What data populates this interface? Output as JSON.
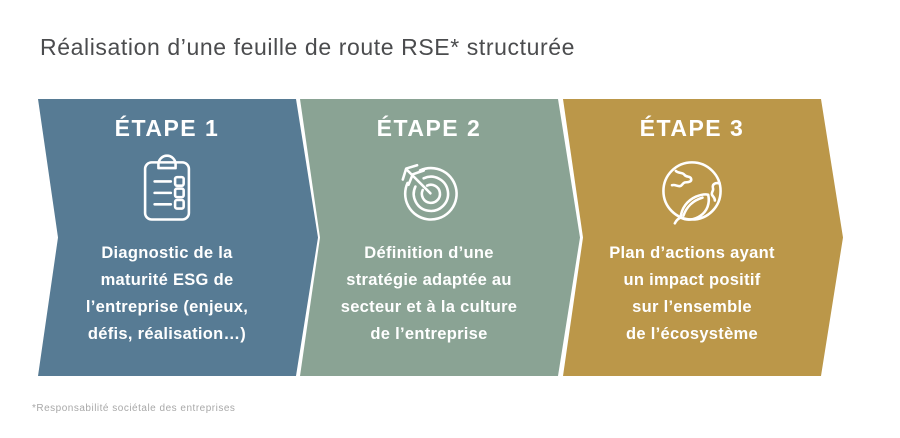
{
  "title": "Réalisation d’une feuille de route RSE* structurée",
  "footnote": "*Responsabilité sociétale des entreprises",
  "steps": [
    {
      "label": "ÉTAPE 1",
      "icon": "clipboard-checklist-icon",
      "color": "#577B94",
      "description": [
        "Diagnostic de la",
        "maturité ESG de",
        "l’entreprise (enjeux,",
        "défis, réalisation…)"
      ]
    },
    {
      "label": "ÉTAPE 2",
      "icon": "target-arrow-icon",
      "color": "#8AA394",
      "description": [
        "Définition d’une",
        "stratégie adaptée au",
        "secteur et à la culture",
        "de l’entreprise"
      ]
    },
    {
      "label": "ÉTAPE 3",
      "icon": "globe-leaf-icon",
      "color": "#BB9749",
      "description": [
        "Plan d’actions ayant",
        "un impact positif",
        "sur l’ensemble",
        "de l’écosystème"
      ]
    }
  ]
}
